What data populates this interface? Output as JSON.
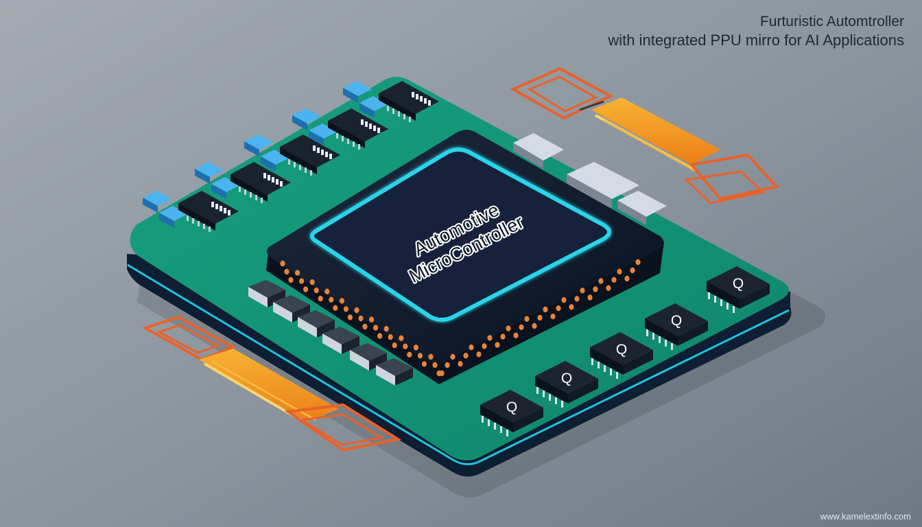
{
  "title": {
    "line1": "Furturistic Automtroller",
    "line2": "with integrated PPU mirro for AI Applications"
  },
  "chip": {
    "line1": "Automotive",
    "line2": "MicroController",
    "ic_marking": "Q"
  },
  "watermark": "www.kamelextinfo.com",
  "colors": {
    "background": "#8b949d",
    "pcb": "#129377",
    "pcb_edge": "#0e1e33",
    "chip_body": "#111b2b",
    "chip_glow": "#2ad4ea",
    "pin_dots": "#e8843a",
    "heat_pipe": "#f29a22",
    "wire": "#e8622a",
    "capacitor": "#2e9be0"
  }
}
